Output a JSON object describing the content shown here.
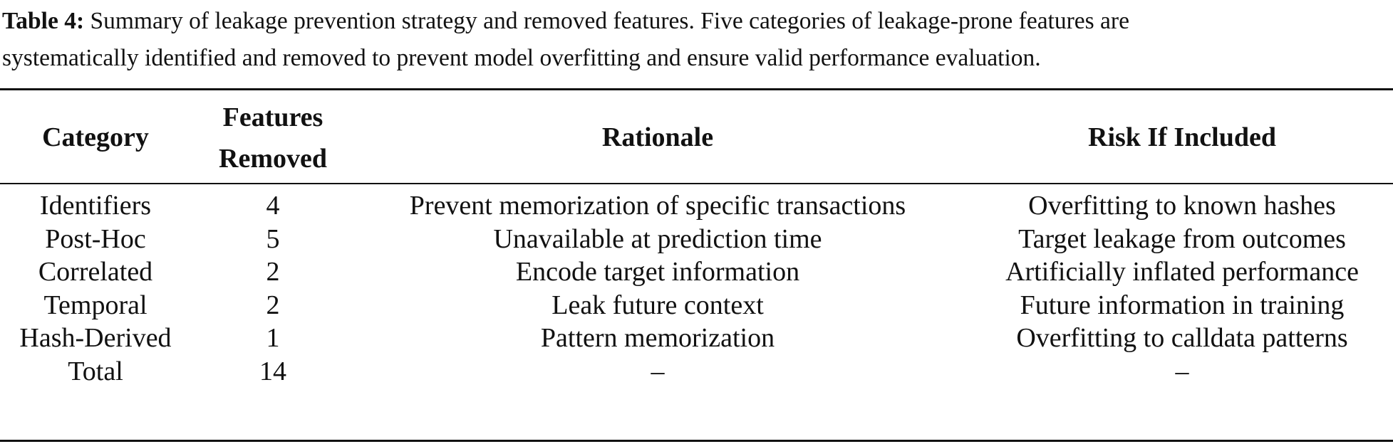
{
  "caption": {
    "label": "Table 4:",
    "line1": "Summary of leakage prevention strategy and removed features. Five categories of leakage-prone features are",
    "line2": "systematically identified and removed to prevent model overfitting and ensure valid performance evaluation."
  },
  "table": {
    "headers": {
      "category": "Category",
      "features_line1": "Features",
      "features_line2": "Removed",
      "rationale": "Rationale",
      "risk": "Risk If Included"
    },
    "rows": [
      {
        "category": "Identifiers",
        "features": "4",
        "rationale": "Prevent memorization of specific transactions",
        "risk": "Overfitting to known hashes"
      },
      {
        "category": "Post-Hoc",
        "features": "5",
        "rationale": "Unavailable at prediction time",
        "risk": "Target leakage from outcomes"
      },
      {
        "category": "Correlated",
        "features": "2",
        "rationale": "Encode target information",
        "risk": "Artificially inflated performance"
      },
      {
        "category": "Temporal",
        "features": "2",
        "rationale": "Leak future context",
        "risk": "Future information in training"
      },
      {
        "category": "Hash-Derived",
        "features": "1",
        "rationale": "Pattern memorization",
        "risk": "Overfitting to calldata patterns"
      },
      {
        "category": "Total",
        "features": "14",
        "rationale": "–",
        "risk": "–"
      }
    ]
  }
}
